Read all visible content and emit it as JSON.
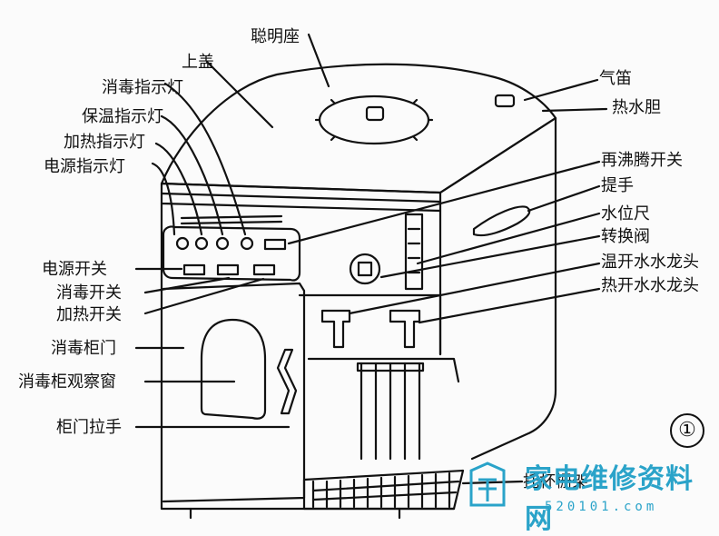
{
  "labels": {
    "smart_seat": "聪明座",
    "top_cover": "上盖",
    "disinfect_light": "消毒指示灯",
    "keep_warm_light": "保温指示灯",
    "heating_light": "加热指示灯",
    "power_light": "电源指示灯",
    "air_tube": "气笛",
    "hot_tank": "热水胆",
    "reboil_switch": "再沸腾开关",
    "handle": "提手",
    "water_gauge": "水位尺",
    "switch_valve": "转换阀",
    "power_switch": "电源开关",
    "disinfect_switch": "消毒开关",
    "heat_switch": "加热开关",
    "warm_tap": "温开水水龙头",
    "hot_tap": "热开水水龙头",
    "cabinet_door": "消毒柜门",
    "cabinet_window": "消毒柜观察窗",
    "door_handle": "柜门拉手",
    "cup_rack": "托杯栅架"
  },
  "figure_number": "①",
  "watermark": {
    "site_name": "家电维修资料网",
    "url": "520101.com"
  },
  "colors": {
    "line": "#111111",
    "watermark": "#2aa3c9"
  }
}
